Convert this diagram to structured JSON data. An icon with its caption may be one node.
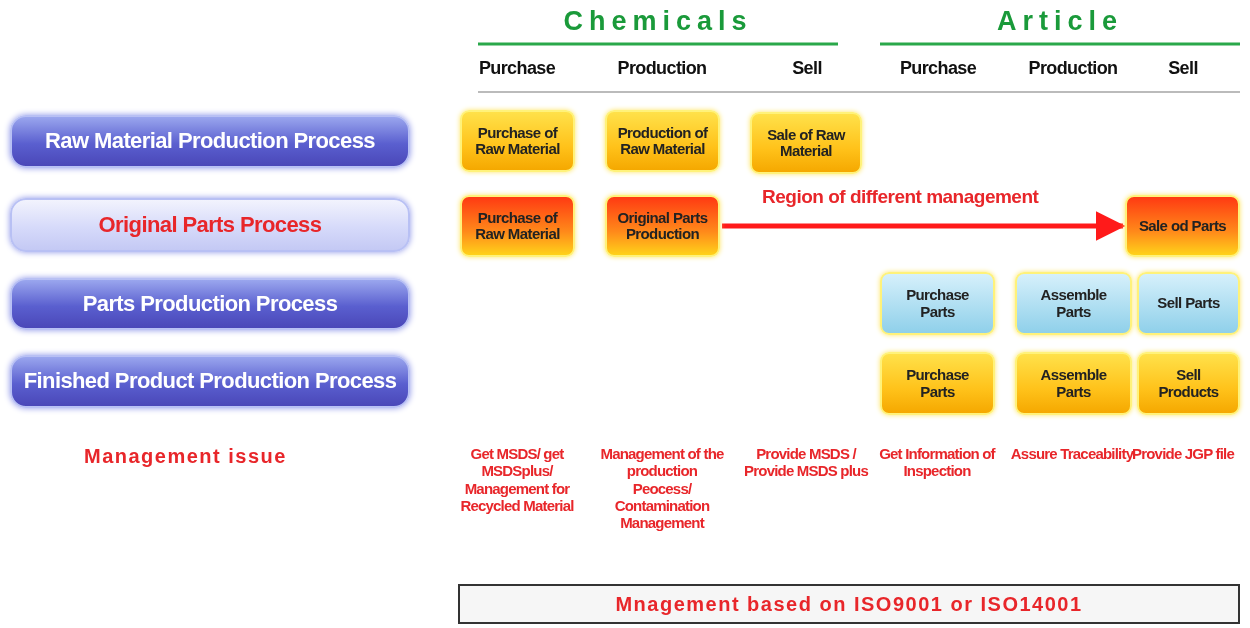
{
  "diagram": {
    "nodes": [
      {
        "text": [
          "Raw Material Production Process"
        ]
      },
      {
        "text": [
          "Original Parts Process"
        ]
      },
      {
        "text": [
          "Parts Production Process"
        ]
      },
      {
        "text": [
          "Finished Product  Production Process"
        ]
      },
      {
        "text": [
          "Purchase of Raw Material"
        ]
      },
      {
        "text": [
          "Production of Raw Material"
        ]
      },
      {
        "text": [
          "Sale of Raw Material"
        ]
      },
      {
        "text": [
          "Purchase of Raw Material"
        ]
      },
      {
        "text": [
          "Original Parts Production"
        ]
      },
      {
        "text": [
          "Sale od Parts"
        ]
      },
      {
        "text": [
          "Purchase Parts"
        ]
      },
      {
        "text": [
          "Assemble Parts"
        ]
      },
      {
        "text": [
          "Sell Parts"
        ]
      },
      {
        "text": [
          "Purchase Parts"
        ]
      },
      {
        "text": [
          "Assemble Parts"
        ]
      },
      {
        "text": [
          "Sell Products"
        ]
      },
      {
        "text": [
          "Mnagement based on ISO9001 or ISO14001"
        ]
      }
    ],
    "edges": [
      {
        "from": 8,
        "to": 9,
        "arrow": "to",
        "label": "Region of different management",
        "color": "#ff1a1a"
      }
    ],
    "labels": [
      "Chemicals",
      "Article",
      "Purchase",
      "Production",
      "Sell",
      "Purchase",
      "Production",
      "Sell",
      "Management issue",
      "Get MSDS/ get MSDSplus/ Management for Recycled Material",
      "Management of the production Peocess/ Contamination Management",
      "Provide MSDS / Provide MSDS plus",
      "Get Information of Inspection",
      "Assure Traceability",
      "Provide JGP file"
    ]
  }
}
